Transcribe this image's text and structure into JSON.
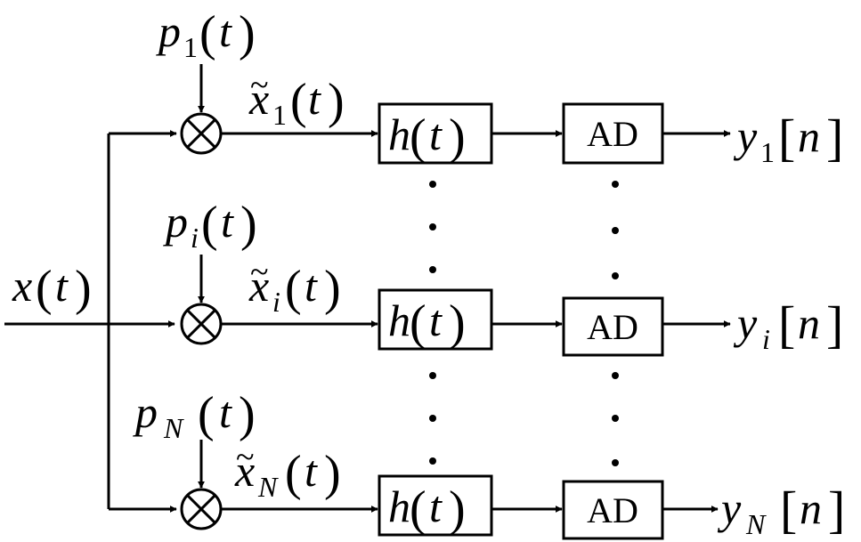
{
  "input": {
    "var": "x",
    "arg": "t"
  },
  "filter": {
    "var": "h",
    "arg": "t"
  },
  "converter": {
    "label": "AD"
  },
  "output_index": "n",
  "channels": [
    {
      "sub": "1",
      "pvar": "p",
      "xvar": "x",
      "yvar": "y",
      "arg": "t"
    },
    {
      "sub": "i",
      "pvar": "p",
      "xvar": "x",
      "yvar": "y",
      "arg": "t"
    },
    {
      "sub": "N",
      "pvar": "p",
      "xvar": "x",
      "yvar": "y",
      "arg": "t"
    }
  ]
}
